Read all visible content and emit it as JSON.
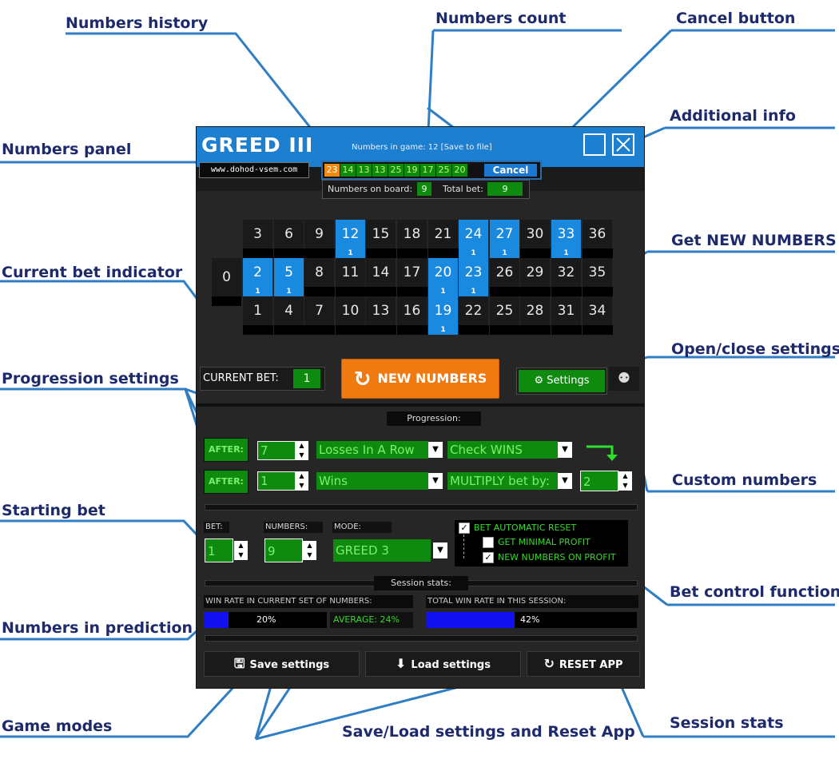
{
  "annotations": {
    "numbers_history": "Numbers history",
    "numbers_count": "Numbers count",
    "cancel_button": "Cancel button",
    "additional_info": "Additional info",
    "numbers_panel": "Numbers panel",
    "get_new_numbers": "Get NEW NUMBERS",
    "current_bet_indicator": "Current bet indicator",
    "open_close_settings": "Open/close settings",
    "progression_settings": "Progression settings",
    "custom_numbers": "Custom numbers",
    "starting_bet": "Starting bet",
    "bet_control_functions": "Bet control functions",
    "numbers_in_prediction": "Numbers in prediction",
    "game_modes": "Game modes",
    "save_load_reset": "Save/Load settings and Reset App",
    "session_stats": "Session stats"
  },
  "app": {
    "title": "GREED III",
    "site": "www.dohod-vsem.com",
    "numbers_in_game": "Numbers in game: 12   [Save to file]",
    "history": [
      "23",
      "14",
      "13",
      "13",
      "25",
      "19",
      "17",
      "25",
      "20"
    ],
    "cancel_label": "Cancel",
    "numbers_on_board_label": "Numbers on board:",
    "numbers_on_board": "9",
    "total_bet_label": "Total bet:",
    "total_bet": "9",
    "colors": {
      "header": "#1d7fd0",
      "selected": "#1a8ae0",
      "green": "#0e8a0e",
      "orange": "#f07a10"
    }
  },
  "board": {
    "zero": "0",
    "rows": [
      [
        "3",
        "6",
        "9",
        "12",
        "15",
        "18",
        "21",
        "24",
        "27",
        "30",
        "33",
        "36"
      ],
      [
        "2",
        "5",
        "8",
        "11",
        "14",
        "17",
        "20",
        "23",
        "26",
        "29",
        "32",
        "35"
      ],
      [
        "1",
        "4",
        "7",
        "10",
        "13",
        "16",
        "19",
        "22",
        "25",
        "28",
        "31",
        "34"
      ]
    ],
    "selected": [
      "12",
      "24",
      "27",
      "33",
      "2",
      "5",
      "20",
      "23",
      "19"
    ],
    "bet_amount": "1"
  },
  "controls": {
    "current_bet_label": "CURRENT BET:",
    "current_bet": "1",
    "new_numbers_label": "NEW NUMBERS",
    "settings_label": "Settings"
  },
  "progression": {
    "title": "Progression:",
    "row1": {
      "after": "AFTER:",
      "value": "7",
      "condition": "Losses In A Row",
      "action": "Check WINS"
    },
    "row2": {
      "after": "AFTER:",
      "value": "1",
      "condition": "Wins",
      "action": "MULTIPLY bet by:",
      "multiplier": "2"
    }
  },
  "bet_settings": {
    "bet_label": "BET:",
    "bet_value": "1",
    "numbers_label": "NUMBERS:",
    "numbers_value": "9",
    "mode_label": "MODE:",
    "mode_value": "GREED 3",
    "auto_reset_label": "BET AUTOMATIC RESET",
    "auto_reset_checked": true,
    "min_profit_label": "GET MINIMAL PROFIT",
    "min_profit_checked": false,
    "new_on_profit_label": "NEW NUMBERS ON PROFIT",
    "new_on_profit_checked": true
  },
  "session": {
    "title": "Session stats:",
    "current_label": "WIN RATE IN CURRENT SET OF NUMBERS:",
    "current_rate": 20,
    "current_text": "20%",
    "average_text": "AVERAGE: 24%",
    "total_label": "TOTAL WIN RATE IN THIS SESSION:",
    "total_rate": 42,
    "total_text": "42%"
  },
  "footer": {
    "save_label": "Save settings",
    "load_label": "Load settings",
    "reset_label": "RESET APP"
  }
}
